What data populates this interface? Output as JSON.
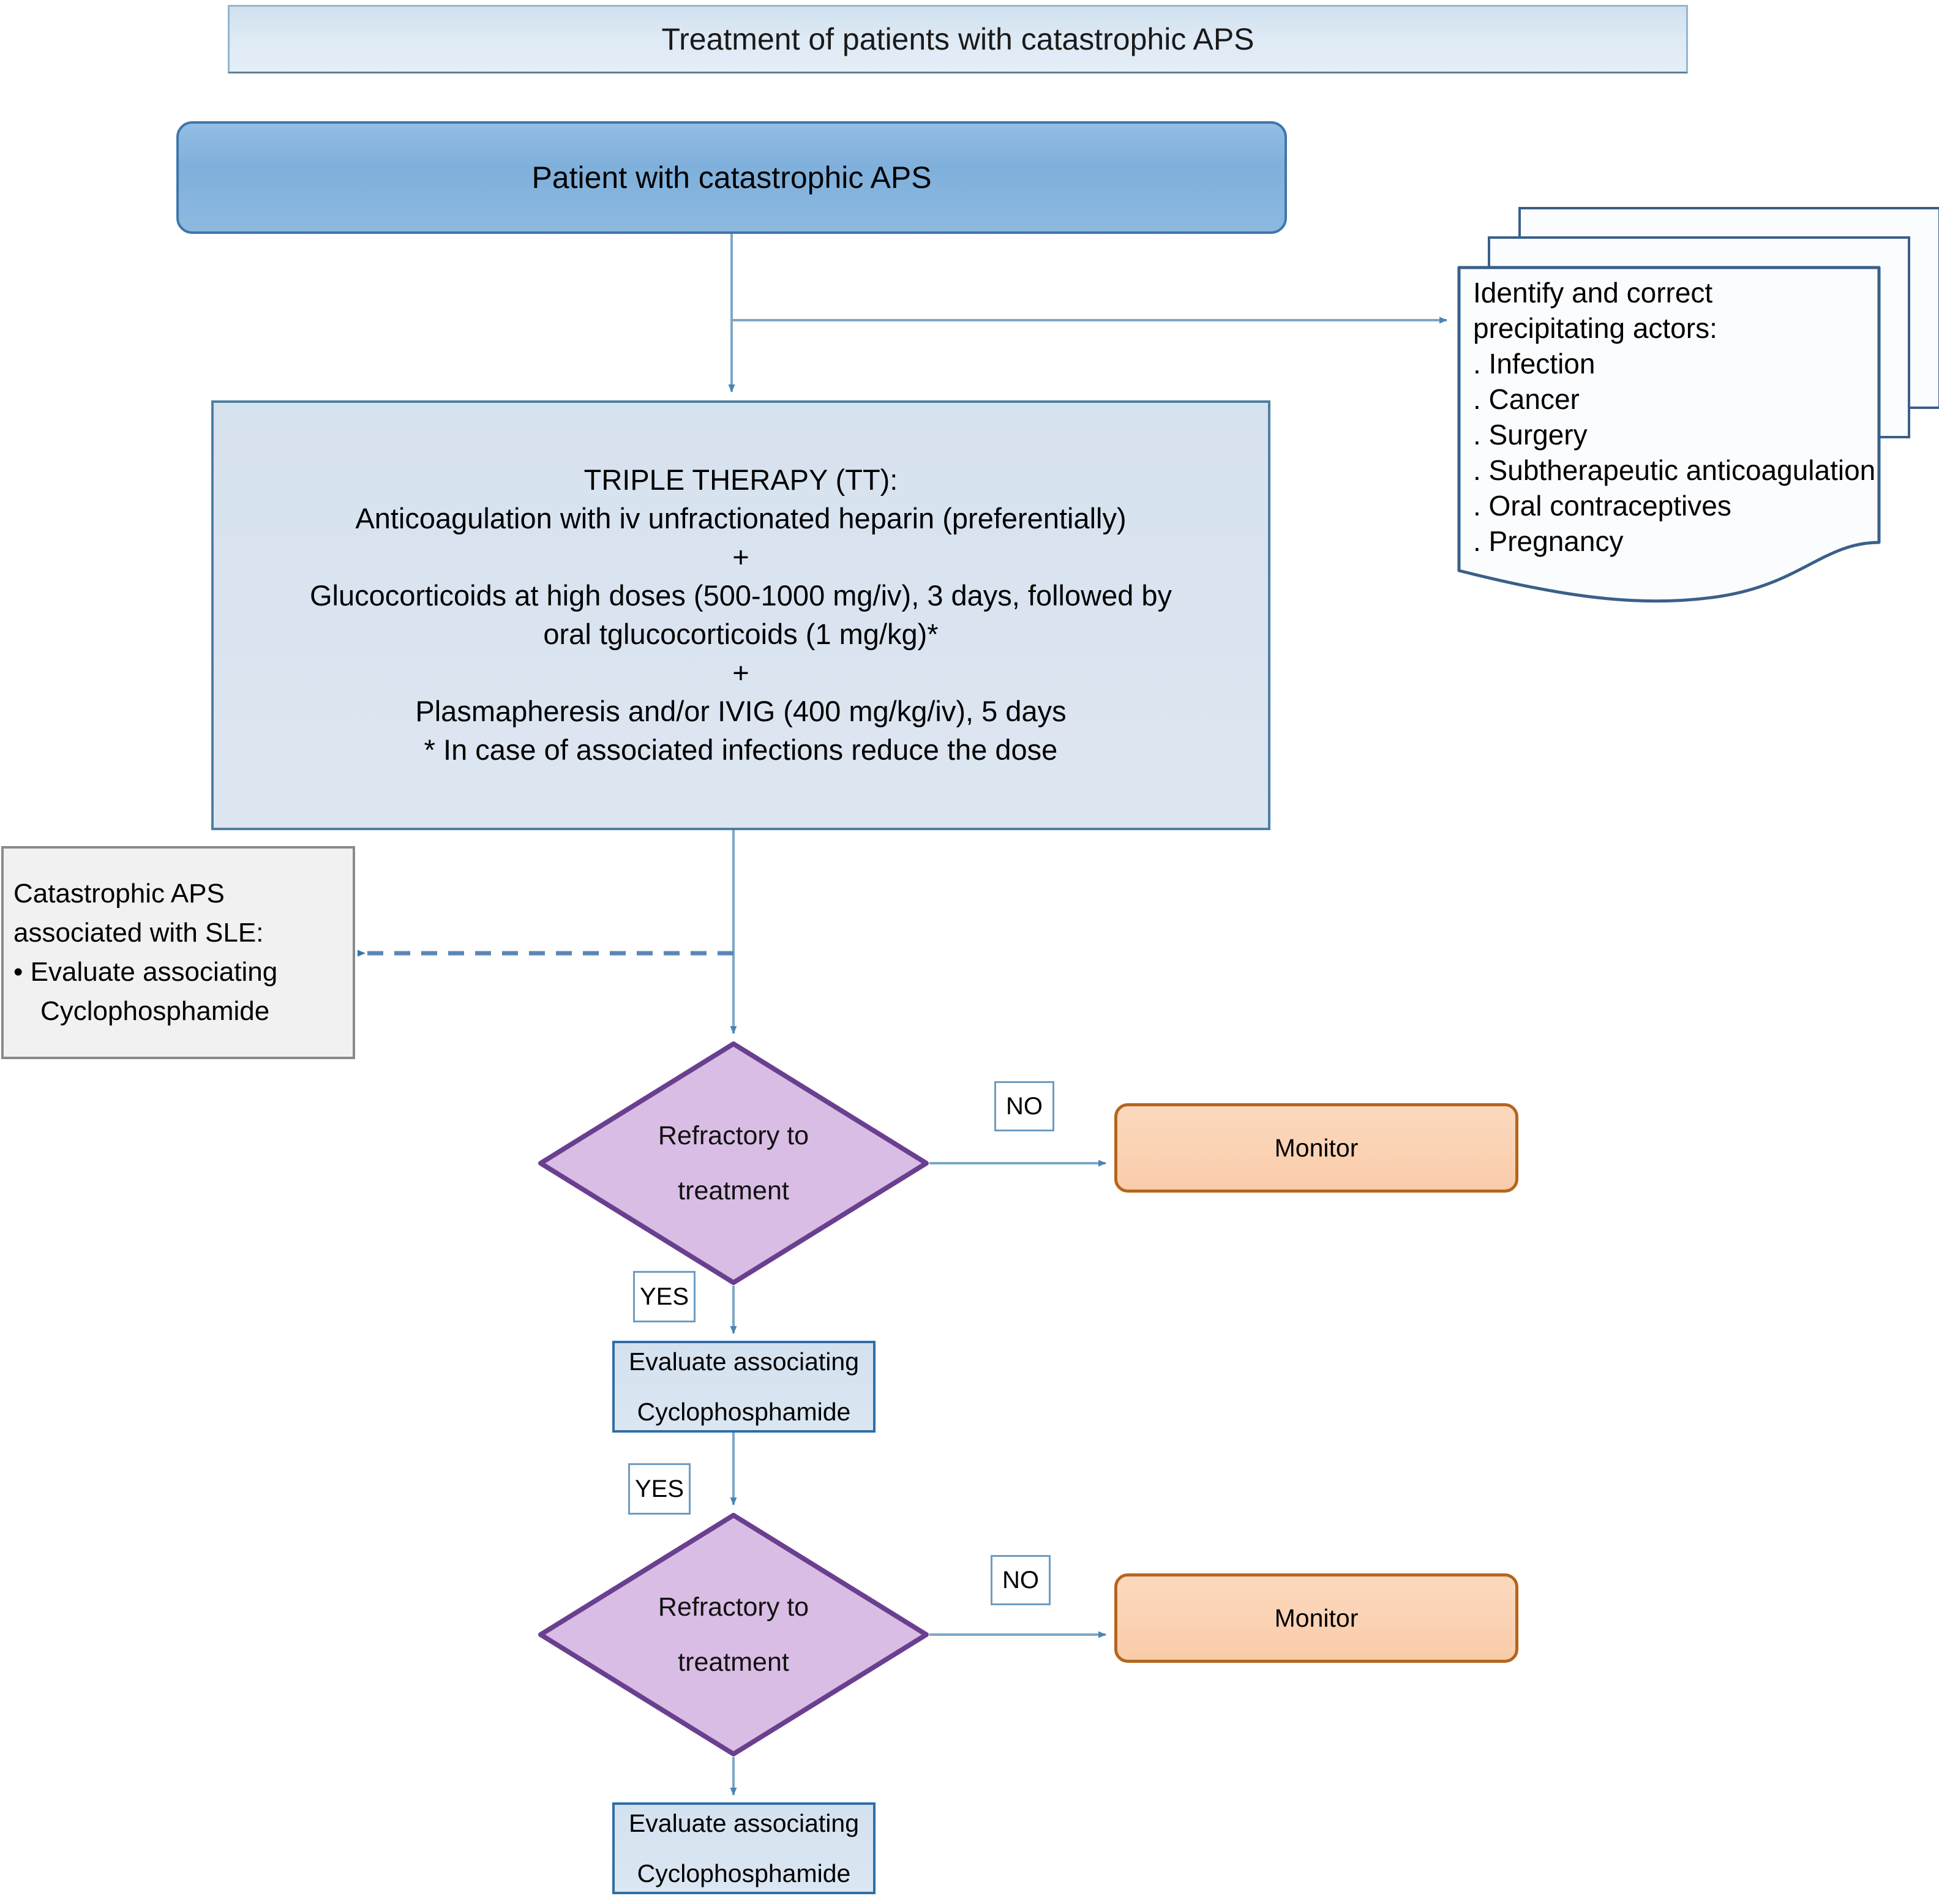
{
  "title_banner": {
    "text": "Treatment of patients with catastrophic APS"
  },
  "patient_box": {
    "label": "Patient with catastrophic APS"
  },
  "triple_therapy": {
    "heading": "TRIPLE THERAPY (TT):",
    "line_1": "Anticoagulation with iv unfractionated heparin (preferentially)",
    "plus_1": "+",
    "line_2": "Glucocorticoids at high doses (500-1000 mg/iv), 3 days, followed by",
    "line_3": "oral tglucocorticoids (1 mg/kg)*",
    "plus_2": "+",
    "line_4": "Plasmapheresis and/or IVIG (400 mg/kg/iv), 5 days",
    "footnote": "* In case of associated infections reduce the dose"
  },
  "precipitating_factors_note": {
    "heading_line_1": "Identify and correct",
    "heading_line_2": "precipitating actors:",
    "items": [
      ". Infection",
      ". Cancer",
      ". Surgery",
      ". Subtherapeutic anticoagulation",
      ". Oral contraceptives",
      ". Pregnancy"
    ]
  },
  "sle_note": {
    "line_1": "Catastrophic APS",
    "line_2": "associated with SLE:",
    "line_3": "• Evaluate associating",
    "line_4": "Cyclophosphamide"
  },
  "decision_1": {
    "line_1": "Refractory to",
    "line_2": "treatment",
    "yes_label": "YES",
    "no_label": "NO"
  },
  "decision_2": {
    "line_1": "Refractory to",
    "line_2": "treatment",
    "yes_label": "YES",
    "no_label": "NO"
  },
  "monitor_1": {
    "label": "Monitor"
  },
  "monitor_2": {
    "label": "Monitor"
  },
  "evaluate_1": {
    "line_1": "Evaluate associating",
    "line_2": "Cyclophosphamide"
  },
  "evaluate_2": {
    "line_1": "Evaluate associating",
    "line_2": "Cyclophosphamide"
  },
  "colors": {
    "banner_fill": "#dde9f4",
    "banner_border": "#5f7f93",
    "patient_fill": "#8cb9e0",
    "patient_border": "#3f76ad",
    "therapy_fill": "#d7e2ef",
    "therapy_border": "#4d7fa3",
    "document_border": "#3a5f8a",
    "document_fill": "#fbfcfe",
    "sle_fill": "#f1f1f1",
    "sle_border": "#8a8a8a",
    "diamond_fill": "#d9bde4",
    "diamond_border": "#6b3f8f",
    "monitor_fill": "#fbd2b4",
    "monitor_border": "#b5651d",
    "evaluate_fill": "#d7e2ef",
    "evaluate_border": "#2e6ea6",
    "connector": "#7ca7c7",
    "tag_border": "#6f9cc0"
  }
}
